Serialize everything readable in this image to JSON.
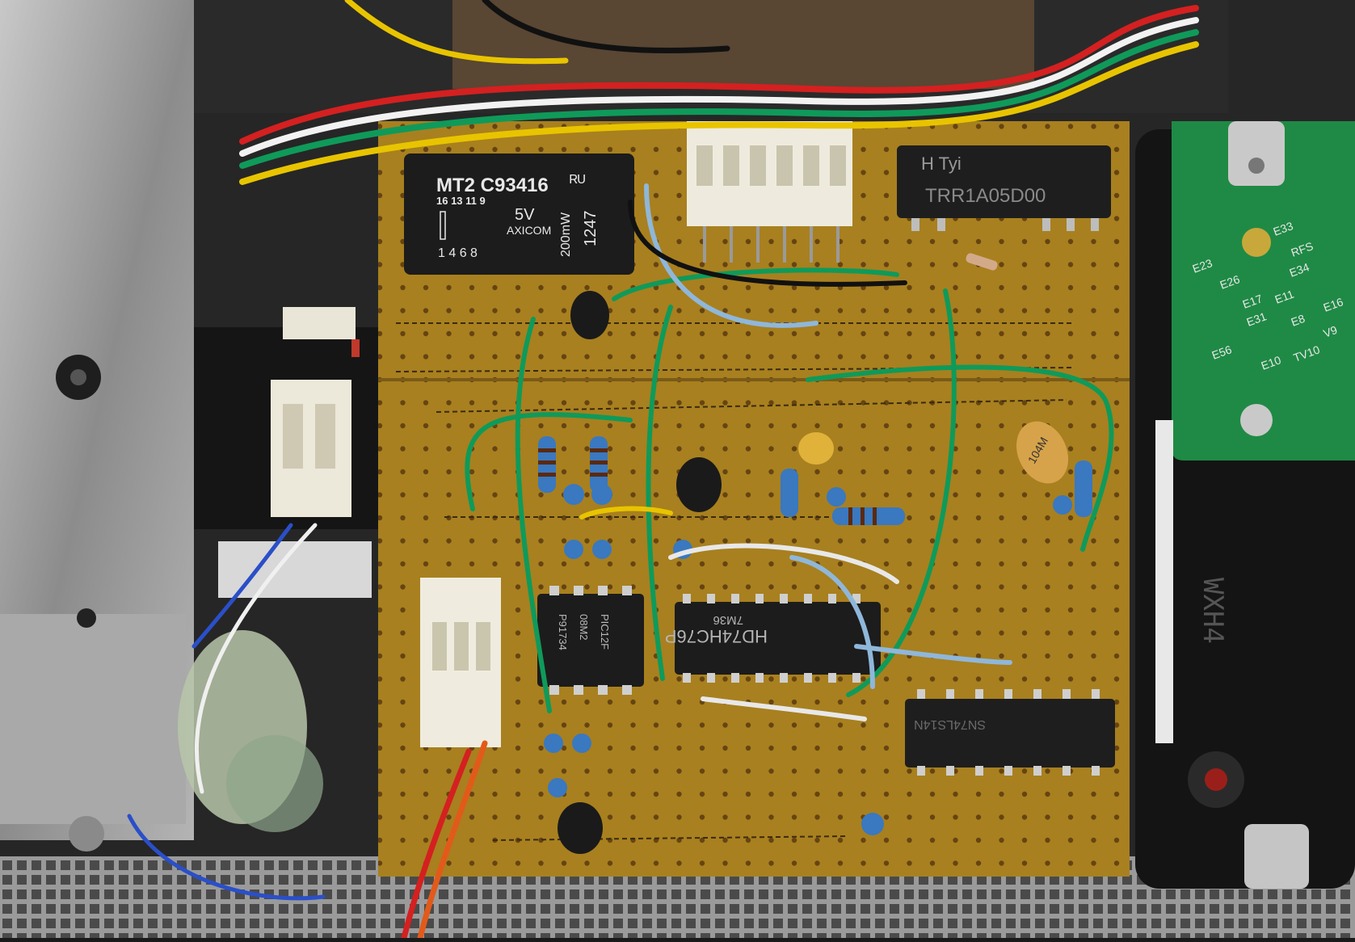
{
  "relay": {
    "model": "MT2 C93416",
    "pins_top": "16 13 11 9",
    "voltage": "5V",
    "brand": "AXICOM",
    "power": "200mW",
    "date_code": "1247",
    "pins_bottom": "1 4 6 8"
  },
  "reed_relay": {
    "logo": "H Tyi",
    "part": "TRR1A05D00"
  },
  "pic_chip": {
    "line1": "PIC12F",
    "line2": "08M2",
    "line3": "P91734"
  },
  "logic_chip": {
    "part": "HD74HC76P",
    "code": "7M36"
  },
  "third_chip": {
    "part": "SN74LS14N"
  },
  "capacitor": {
    "code": "104M"
  },
  "hdd_pcb_labels": [
    "E33",
    "RFS",
    "E34",
    "E23",
    "E26",
    "E17",
    "E11",
    "E16",
    "E31",
    "E8",
    "V9",
    "E56",
    "E10",
    "TV10"
  ],
  "colors": {
    "pcb_board": "#a8801f",
    "hdd_pcb": "#1f8a45",
    "wire_green": "#0f9a5a",
    "wire_red": "#d42020",
    "wire_yellow": "#e8c400"
  }
}
